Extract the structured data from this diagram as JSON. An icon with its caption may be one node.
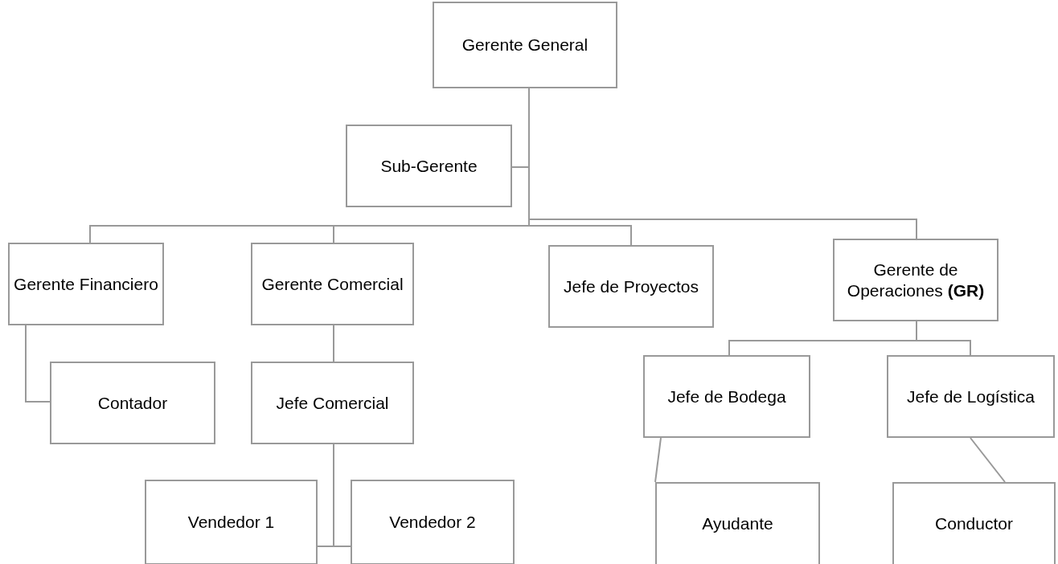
{
  "diagram": {
    "nodes": [
      {
        "text": [
          "Gerente General"
        ]
      },
      {
        "text": [
          "Sub-Gerente"
        ]
      },
      {
        "text": [
          "Gerente Financiero"
        ]
      },
      {
        "text": [
          "Gerente Comercial"
        ]
      },
      {
        "text": [
          "Jefe de Proyectos"
        ]
      },
      {
        "text": [
          "Gerente de Operaciones **(GR)**"
        ]
      },
      {
        "text": [
          "Contador"
        ]
      },
      {
        "text": [
          "Jefe Comercial"
        ]
      },
      {
        "text": [
          "Vendedor 1"
        ]
      },
      {
        "text": [
          "Vendedor 2"
        ]
      },
      {
        "text": [
          "Jefe de Bodega"
        ]
      },
      {
        "text": [
          "Jefe de Logística"
        ]
      },
      {
        "text": [
          "Ayudante"
        ]
      },
      {
        "text": [
          "Conductor"
        ]
      }
    ],
    "edges": [
      {
        "from": 0,
        "to": 1,
        "arrow": "none"
      },
      {
        "from": 0,
        "to": 2,
        "arrow": "none"
      },
      {
        "from": 0,
        "to": 3,
        "arrow": "none"
      },
      {
        "from": 0,
        "to": 4,
        "arrow": "none"
      },
      {
        "from": 0,
        "to": 5,
        "arrow": "none"
      },
      {
        "from": 2,
        "to": 6,
        "arrow": "none"
      },
      {
        "from": 3,
        "to": 7,
        "arrow": "none"
      },
      {
        "from": 7,
        "to": 8,
        "arrow": "none"
      },
      {
        "from": 7,
        "to": 9,
        "arrow": "none"
      },
      {
        "from": 5,
        "to": 10,
        "arrow": "none"
      },
      {
        "from": 5,
        "to": 11,
        "arrow": "none"
      },
      {
        "from": 10,
        "to": 12,
        "arrow": "none"
      },
      {
        "from": 11,
        "to": 13,
        "arrow": "none"
      }
    ]
  }
}
